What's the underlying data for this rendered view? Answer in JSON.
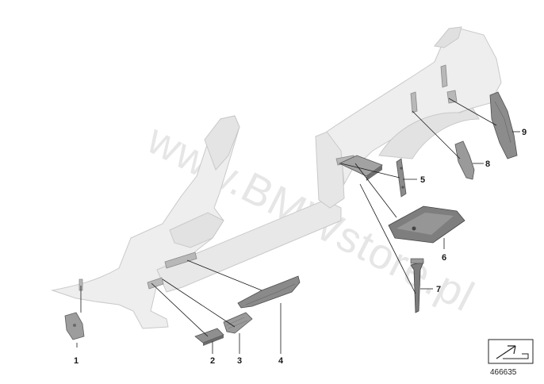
{
  "watermark": "www.BMWstore.pl",
  "diagram_id": "466635",
  "callouts": [
    {
      "id": "1",
      "label": "1"
    },
    {
      "id": "2",
      "label": "2"
    },
    {
      "id": "3",
      "label": "3"
    },
    {
      "id": "4",
      "label": "4"
    },
    {
      "id": "5",
      "label": "5"
    },
    {
      "id": "6",
      "label": "6"
    },
    {
      "id": "7",
      "label": "7"
    },
    {
      "id": "8",
      "label": "8"
    },
    {
      "id": "9",
      "label": "9"
    }
  ],
  "icons": {
    "orientation": "orientation-arrow-icon"
  },
  "colors": {
    "body_shell": "#eeeeee",
    "body_outline": "#c8c8c8",
    "part_fill": "#9a9a9a",
    "part_dark": "#5a5a5a",
    "leader_line": "#1a1a1a"
  }
}
